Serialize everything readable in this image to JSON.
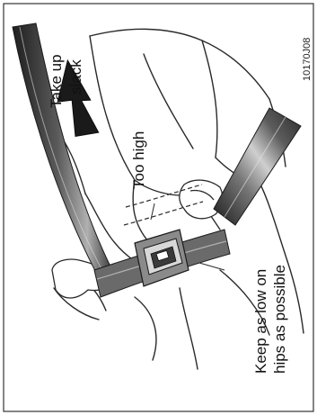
{
  "figure": {
    "code": "10170J08",
    "labels": {
      "take_up_line1": "Take up",
      "take_up_line2": "slack",
      "too_high": "Too high",
      "keep_line1": "Keep as low on",
      "keep_line2": "hips as possible"
    },
    "colors": {
      "line": "#2a2a2a",
      "belt_dark": "#262626",
      "belt_mid": "#6e6e6e",
      "belt_light": "#bdbdbd",
      "arrow": "#1a1a1a",
      "border": "#333333"
    }
  }
}
